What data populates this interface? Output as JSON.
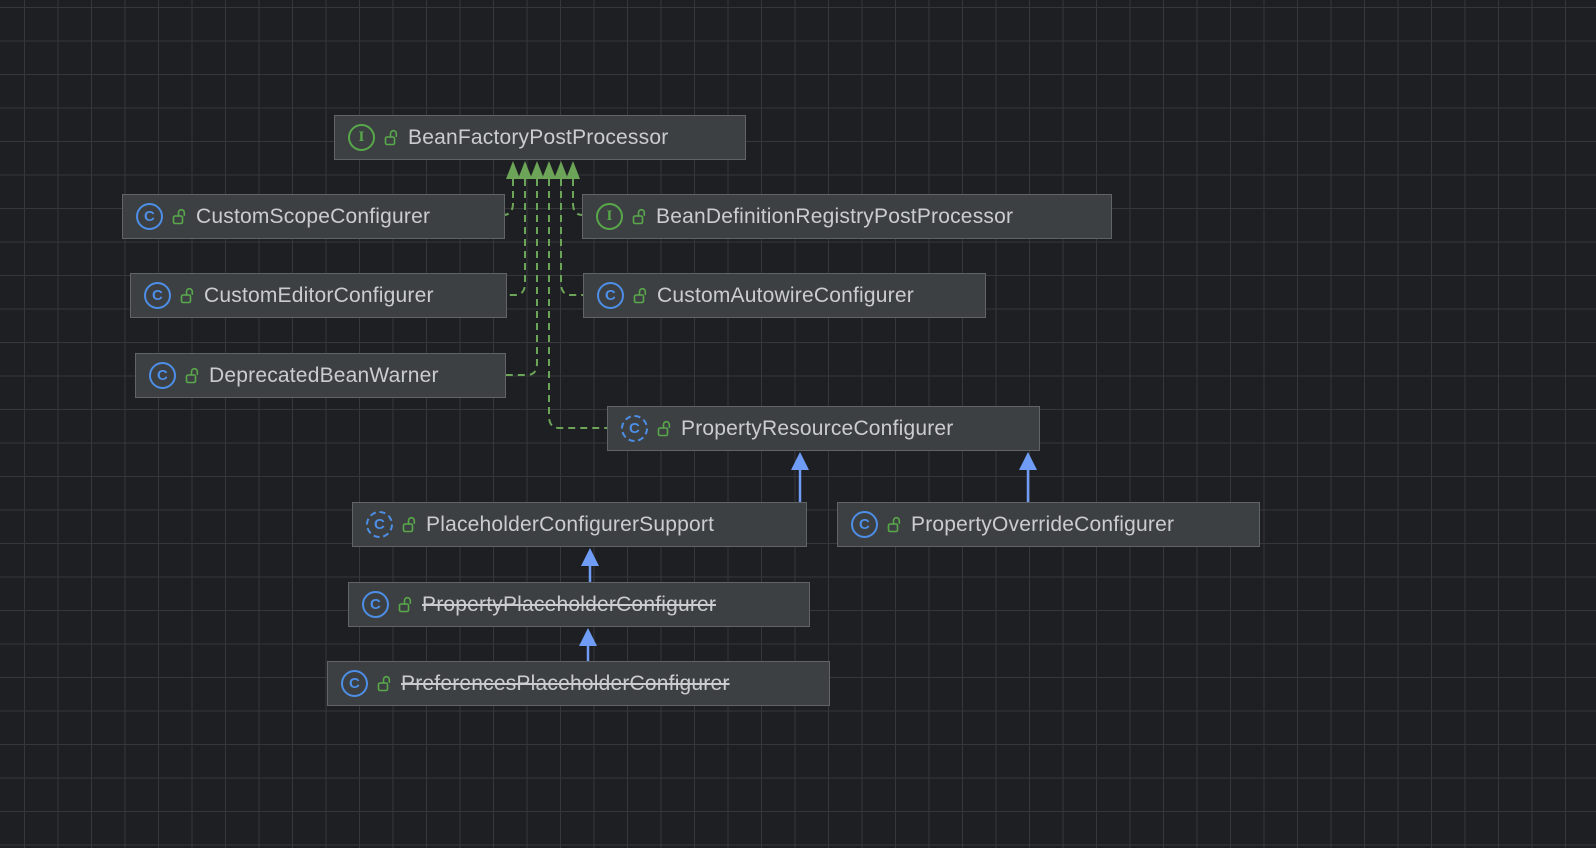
{
  "diagram": {
    "tool": "uml-class-diagram",
    "colors": {
      "background": "#1e1f23",
      "grid_line": "#35373b",
      "node_background": "#3d4042",
      "node_border": "#616467",
      "node_text": "#caccd1",
      "realization_edge": "#6da558",
      "inheritance_edge": "#6f9df5",
      "interface_icon": "#58a84b",
      "class_icon": "#4d8ee6",
      "padlock_icon": "#59a94c"
    },
    "nodes": [
      {
        "label": "BeanFactoryPostProcessor",
        "type": "interface",
        "icon": "interface-icon",
        "icon_letter": "I",
        "modifier_icon": "unlocked-padlock-icon",
        "deprecated": false
      },
      {
        "label": "CustomScopeConfigurer",
        "type": "class",
        "icon": "class-icon",
        "icon_letter": "C",
        "modifier_icon": "unlocked-padlock-icon",
        "deprecated": false
      },
      {
        "label": "BeanDefinitionRegistryPostProcessor",
        "type": "interface",
        "icon": "interface-icon",
        "icon_letter": "I",
        "modifier_icon": "unlocked-padlock-icon",
        "deprecated": false
      },
      {
        "label": "CustomEditorConfigurer",
        "type": "class",
        "icon": "class-icon",
        "icon_letter": "C",
        "modifier_icon": "unlocked-padlock-icon",
        "deprecated": false
      },
      {
        "label": "CustomAutowireConfigurer",
        "type": "class",
        "icon": "class-icon",
        "icon_letter": "C",
        "modifier_icon": "unlocked-padlock-icon",
        "deprecated": false
      },
      {
        "label": "DeprecatedBeanWarner",
        "type": "class",
        "icon": "class-icon",
        "icon_letter": "C",
        "modifier_icon": "unlocked-padlock-icon",
        "deprecated": false
      },
      {
        "label": "PropertyResourceConfigurer",
        "type": "abstract-class",
        "icon": "abstract-class-icon",
        "icon_letter": "C",
        "modifier_icon": "unlocked-padlock-icon",
        "deprecated": false
      },
      {
        "label": "PlaceholderConfigurerSupport",
        "type": "abstract-class",
        "icon": "abstract-class-icon",
        "icon_letter": "C",
        "modifier_icon": "unlocked-padlock-icon",
        "deprecated": false
      },
      {
        "label": "PropertyOverrideConfigurer",
        "type": "class",
        "icon": "class-icon",
        "icon_letter": "C",
        "modifier_icon": "unlocked-padlock-icon",
        "deprecated": false
      },
      {
        "label": "PropertyPlaceholderConfigurer",
        "type": "class",
        "icon": "class-icon",
        "icon_letter": "C",
        "modifier_icon": "unlocked-padlock-icon",
        "deprecated": true
      },
      {
        "label": "PreferencesPlaceholderConfigurer",
        "type": "class",
        "icon": "class-icon",
        "icon_letter": "C",
        "modifier_icon": "unlocked-padlock-icon",
        "deprecated": true
      }
    ],
    "edges": [
      {
        "from": "CustomScopeConfigurer",
        "to": "BeanFactoryPostProcessor",
        "type": "realization"
      },
      {
        "from": "CustomEditorConfigurer",
        "to": "BeanFactoryPostProcessor",
        "type": "realization"
      },
      {
        "from": "DeprecatedBeanWarner",
        "to": "BeanFactoryPostProcessor",
        "type": "realization"
      },
      {
        "from": "PropertyResourceConfigurer",
        "to": "BeanFactoryPostProcessor",
        "type": "realization"
      },
      {
        "from": "CustomAutowireConfigurer",
        "to": "BeanFactoryPostProcessor",
        "type": "realization"
      },
      {
        "from": "BeanDefinitionRegistryPostProcessor",
        "to": "BeanFactoryPostProcessor",
        "type": "realization"
      },
      {
        "from": "PlaceholderConfigurerSupport",
        "to": "PropertyResourceConfigurer",
        "type": "inheritance"
      },
      {
        "from": "PropertyOverrideConfigurer",
        "to": "PropertyResourceConfigurer",
        "type": "inheritance"
      },
      {
        "from": "PropertyPlaceholderConfigurer",
        "to": "PlaceholderConfigurerSupport",
        "type": "inheritance"
      },
      {
        "from": "PreferencesPlaceholderConfigurer",
        "to": "PropertyPlaceholderConfigurer",
        "type": "inheritance"
      }
    ]
  }
}
